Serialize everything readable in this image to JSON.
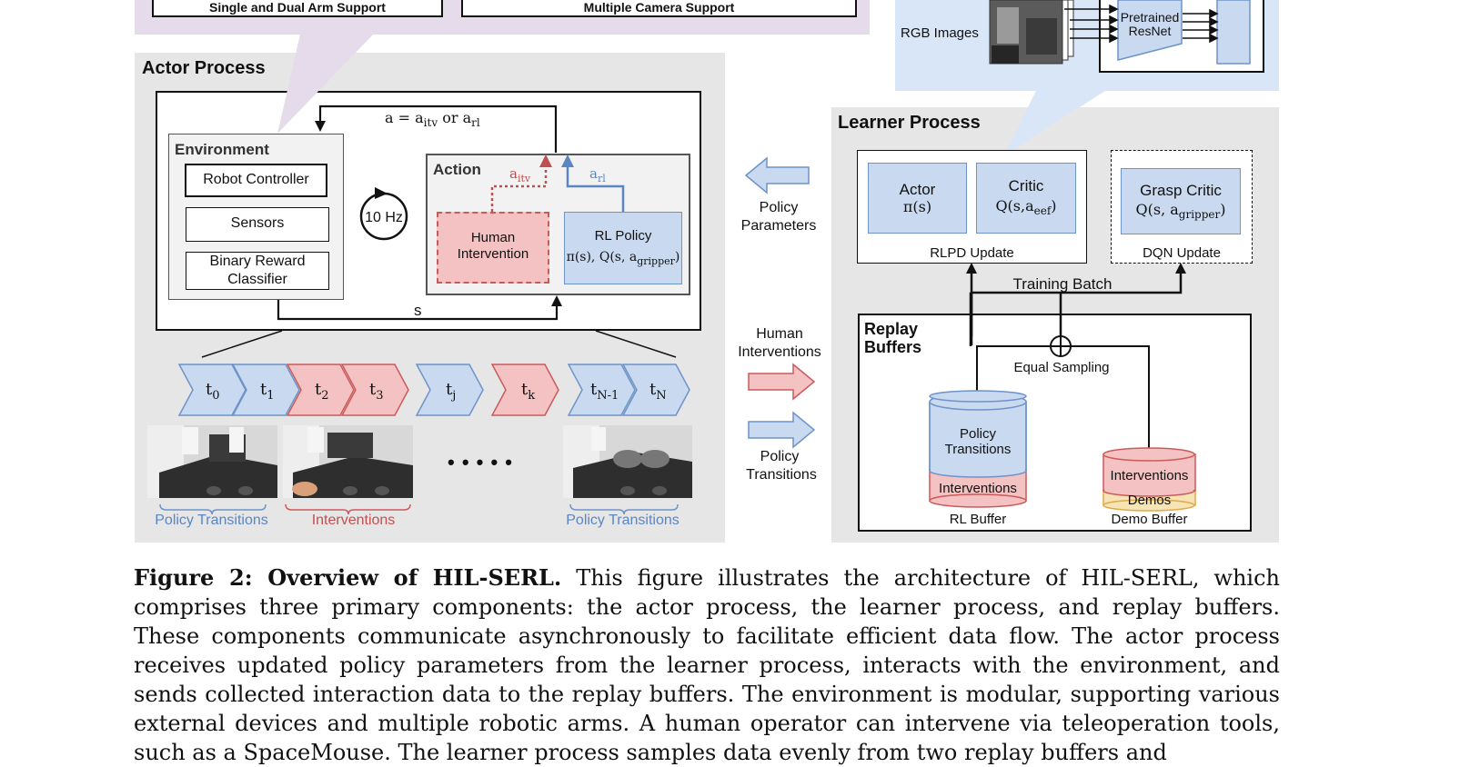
{
  "top_strip": {
    "single_dual_arm": "Single and Dual Arm Support",
    "multiple_camera": "Multiple Camera Support",
    "rgb_images": "RGB Images",
    "pretrained_resnet_line1": "Pretrained",
    "pretrained_resnet_line2": "ResNet"
  },
  "actor": {
    "title": "Actor Process",
    "action_formula": "a = a",
    "action_sub_itv": "itv",
    "action_or": " or a",
    "action_sub_rl": "rl",
    "environment": {
      "title": "Environment",
      "robot_controller": "Robot Controller",
      "sensors": "Sensors",
      "binary_reward_line1": "Binary Reward",
      "binary_reward_line2": "Classifier"
    },
    "rate": "10 Hz",
    "action_box": {
      "title": "Action",
      "a_itv": "a",
      "a_itv_sub": "itv",
      "a_rl": "a",
      "a_rl_sub": "rl",
      "human_line1": "Human",
      "human_line2": "Intervention",
      "rl_policy": "RL Policy",
      "rl_formula": "π(s), Q(s, a",
      "rl_formula_sub": "gripper",
      "rl_formula_end": ")"
    },
    "state_label": "s",
    "timeline": [
      {
        "t": "t",
        "sub": "0",
        "kind": "policy"
      },
      {
        "t": "t",
        "sub": "1",
        "kind": "policy"
      },
      {
        "t": "t",
        "sub": "2",
        "kind": "intervention"
      },
      {
        "t": "t",
        "sub": "3",
        "kind": "intervention"
      },
      {
        "t": "t",
        "sub": "j",
        "kind": "policy"
      },
      {
        "t": "t",
        "sub": "k",
        "kind": "intervention"
      },
      {
        "t": "t",
        "sub": "N-1",
        "kind": "policy"
      },
      {
        "t": "t",
        "sub": "N",
        "kind": "policy"
      }
    ],
    "ellipsis": "• • • • •",
    "bracket_labels": {
      "left": "Policy Transitions",
      "middle": "Interventions",
      "right": "Policy Transitions"
    }
  },
  "middle": {
    "policy_parameters_line1": "Policy",
    "policy_parameters_line2": "Parameters",
    "human_interventions_line1": "Human",
    "human_interventions_line2": "Interventions",
    "policy_transitions_line1": "Policy",
    "policy_transitions_line2": "Transitions"
  },
  "learner": {
    "title": "Learner Process",
    "actor_label": "Actor",
    "actor_formula": "π(s)",
    "critic_label": "Critic",
    "critic_formula": "Q(s,a",
    "critic_sub": "eef",
    "critic_end": ")",
    "rlpd_update": "RLPD Update",
    "grasp_critic_label": "Grasp Critic",
    "grasp_formula": "Q(s, a",
    "grasp_sub": "gripper",
    "grasp_end": ")",
    "dqn_update": "DQN Update",
    "training_batch": "Training Batch",
    "replay_title_line1": "Replay",
    "replay_title_line2": "Buffers",
    "equal_sampling": "Equal Sampling",
    "rl_buffer": {
      "policy_transitions_line1": "Policy",
      "policy_transitions_line2": "Transitions",
      "interventions": "Interventions",
      "name": "RL Buffer"
    },
    "demo_buffer": {
      "interventions": "Interventions",
      "demos": "Demos",
      "name": "Demo Buffer"
    }
  },
  "caption": {
    "label": "Figure 2: Overview of HIL-SERL.",
    "text": " This figure illustrates the architecture of HIL-SERL, which comprises three primary components: the actor process, the learner process, and replay buffers. These components communicate asynchronously to facilitate efficient data flow. The actor process receives updated policy parameters from the learner process, interacts with the environment, and sends collected interaction data to the replay buffers. The environment is modular, supporting various external devices and multiple robotic arms. A human operator can intervene via teleoperation tools, such as a SpaceMouse. The learner process samples data evenly from two replay buffers and"
  },
  "colors": {
    "purple_bg": "#e6dbea",
    "blue_bg": "#d9e6f7",
    "gray_bg": "#e6e6e6",
    "policy_blue": "#c9daf0",
    "policy_blue_border": "#6d93c8",
    "intervention_red": "#f4c2c2",
    "intervention_red_border": "#cc5a5a",
    "demo_yellow": "#f7e4b5"
  }
}
